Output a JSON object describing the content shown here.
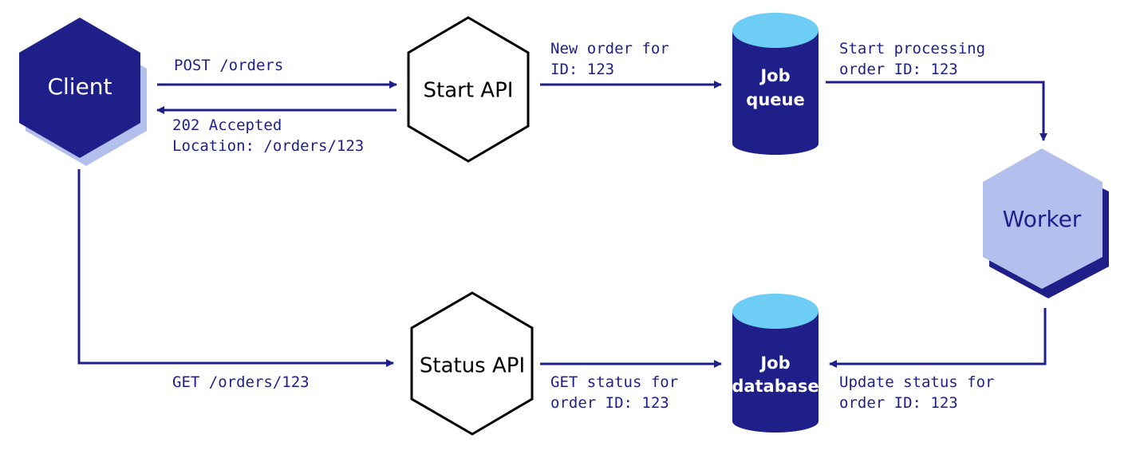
{
  "nodes": {
    "client": {
      "label": "Client"
    },
    "start_api": {
      "label": "Start API"
    },
    "status_api": {
      "label": "Status API"
    },
    "job_queue": {
      "line1": "Job",
      "line2": "queue"
    },
    "job_database": {
      "line1": "Job",
      "line2": "database"
    },
    "worker": {
      "label": "Worker"
    }
  },
  "edges": {
    "post_orders": {
      "line1": "POST /orders"
    },
    "accepted": {
      "line1": "202 Accepted",
      "line2": "Location: /orders/123"
    },
    "new_order": {
      "line1": "New order for",
      "line2": "ID: 123"
    },
    "start_processing": {
      "line1": "Start processing",
      "line2": "order ID: 123"
    },
    "get_orders": {
      "line1": "GET /orders/123"
    },
    "get_status": {
      "line1": "GET status for",
      "line2": "order ID: 123"
    },
    "update_status": {
      "line1": "Update status for",
      "line2": "order ID: 123"
    }
  },
  "colors": {
    "navy": "#1f1f8a",
    "lavender": "#b3c0ee",
    "sky": "#6dcdf4"
  }
}
